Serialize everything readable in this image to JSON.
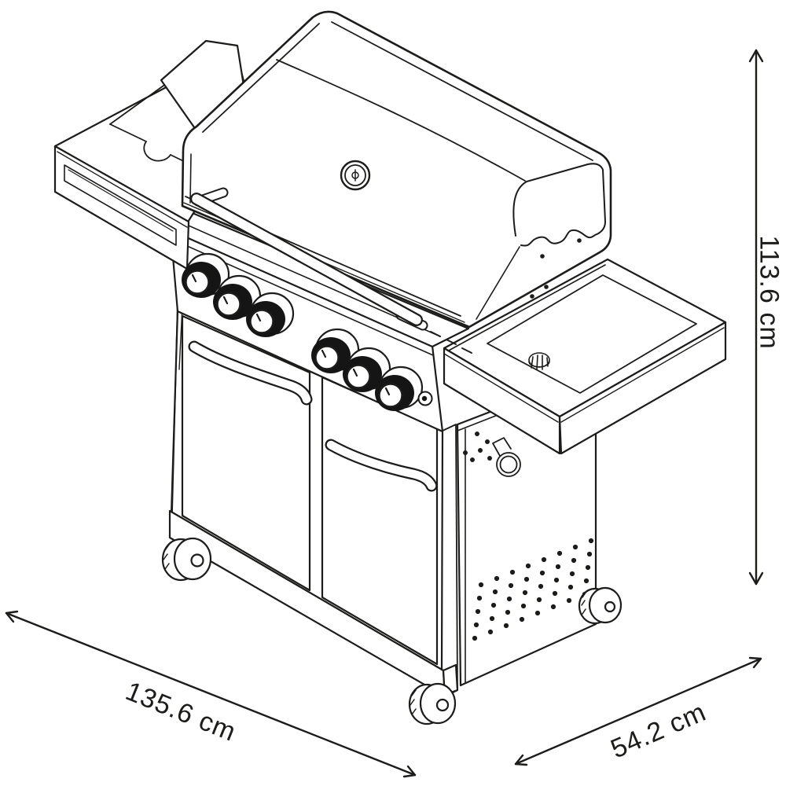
{
  "figure": {
    "type": "product dimension diagram",
    "subject": "4-burner gas barbecue grill with side shelves, cabinet doors and casters",
    "style": "black line drawing on white"
  },
  "dimension_labels": {
    "height": "113.6 cm",
    "width": "135.6 cm",
    "depth": "54.2 cm"
  },
  "colors": {
    "line": "#1c1c1b",
    "background": "#ffffff",
    "knob_fill": "#151515"
  },
  "counts": {
    "burner_knobs": 6,
    "doors": 2,
    "casters_visible": 3
  }
}
